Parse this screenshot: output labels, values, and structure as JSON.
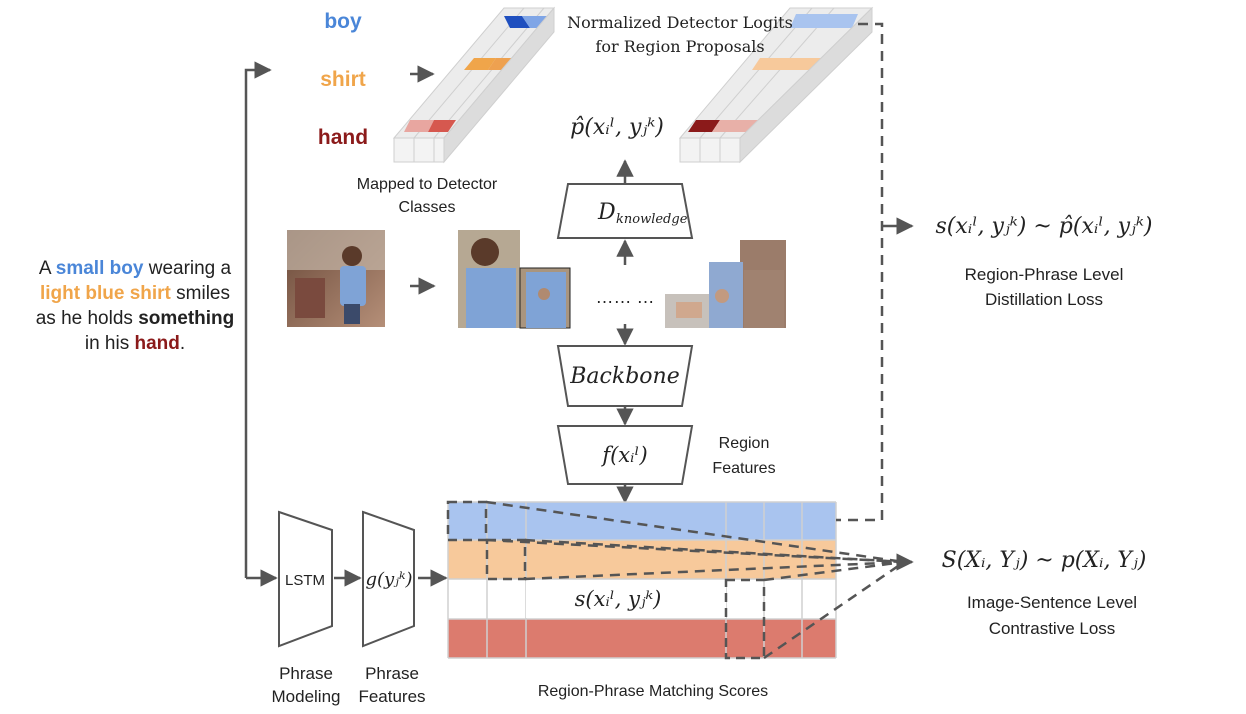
{
  "sentence": {
    "p1": "A ",
    "h1": "small boy",
    "p2": " wearing a ",
    "h2": "light blue shirt",
    "p3": " smiles as he holds ",
    "h3": "something",
    "p4": " in his ",
    "h4": "hand",
    "p5": "."
  },
  "phrases": {
    "boy": "boy",
    "shirt": "shirt",
    "hand": "hand"
  },
  "labels": {
    "logits_line1": "Normalized Detector Logits",
    "logits_line2": "for Region Proposals",
    "mapped_line1": "Mapped to Detector",
    "mapped_line2": "Classes",
    "p_hat": "p̂(xᵢˡ, yⱼᵏ)",
    "d_knowledge": "D",
    "d_sub": "knowledge",
    "dots": "…… …",
    "backbone": "Backbone",
    "f_box": "f(xᵢˡ)",
    "region_line1": "Region",
    "region_line2": "Features",
    "lstm": "LSTM",
    "g_box": "g(yⱼᵏ)",
    "phrase_modeling_1": "Phrase",
    "phrase_modeling_2": "Modeling",
    "phrase_features_1": "Phrase",
    "phrase_features_2": "Features",
    "matching_scores": "Region-Phrase Matching Scores",
    "s_cell": "s(xᵢˡ, yⱼᵏ)",
    "distill_eq": "s(xᵢˡ, yⱼᵏ) ~ p̂(xᵢˡ, yⱼᵏ)",
    "distill_1": "Region-Phrase Level",
    "distill_2": "Distillation Loss",
    "contrast_eq": "S(Xᵢ, Yⱼ) ~ p(Xᵢ, Yⱼ)",
    "contrast_1": "Image-Sentence Level",
    "contrast_2": "Contrastive Loss"
  },
  "colors": {
    "boy": "#4a86d8",
    "shirt": "#f0a54a",
    "hand": "#8b1a1a",
    "row_blue": "#a9c4ef",
    "row_orange": "#f7c99b",
    "row_red": "#dc7b6e",
    "arrow": "#555555"
  }
}
